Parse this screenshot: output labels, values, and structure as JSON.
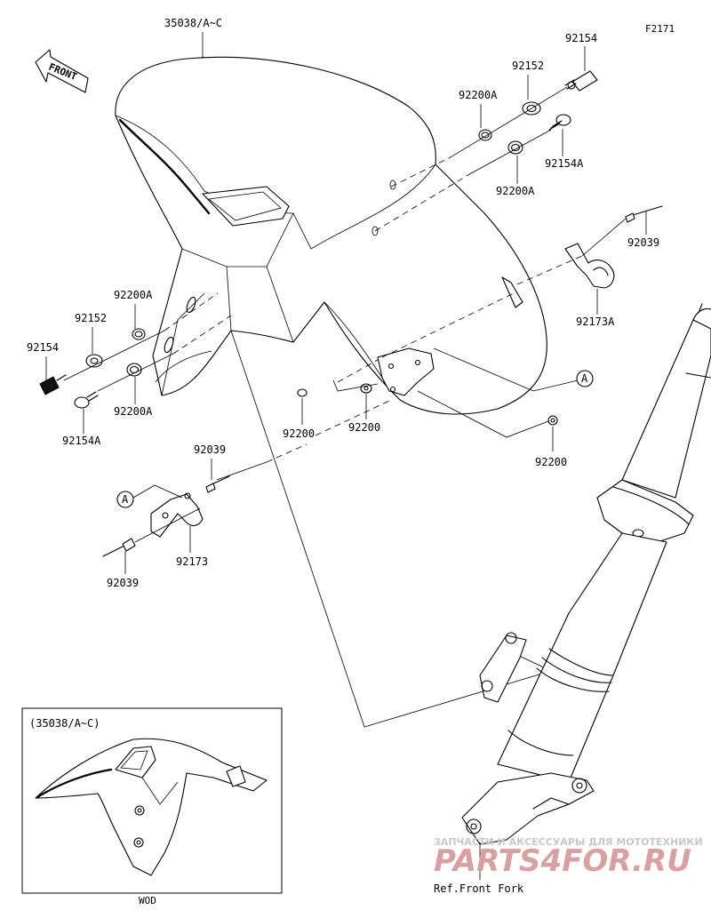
{
  "figure_code": "F2171",
  "front_arrow_text": "FRONT",
  "callouts": {
    "fender": "35038/A~C",
    "bolt_top": "92154",
    "washer_top": "92152",
    "ring_top_a": "92200A",
    "bolt_top_a": "92154A",
    "ring_top_b": "92200A",
    "pin_right": "92039",
    "clamp_right": "92173A",
    "washer_left": "92152",
    "ring_left_a": "92200A",
    "bolt_left": "92154",
    "ring_left_b": "92200A",
    "bolt_left_a": "92154A",
    "washer_mid_a": "92200",
    "washer_mid_b": "92200",
    "washer_mid_c": "92200",
    "pin_left_top": "92039",
    "clamp_left": "92173",
    "pin_left_bottom": "92039",
    "ref_a_right": "A",
    "ref_a_left": "A"
  },
  "inset": {
    "title": "(35038/A~C)",
    "label": "WOD"
  },
  "reference_label": "Ref.Front Fork",
  "watermark": {
    "small": "ЗАПЧАСТИ И АКСЕССУАРЫ ДЛЯ МОТОТЕХНИКИ",
    "big": "PARTS4FOR.RU"
  }
}
